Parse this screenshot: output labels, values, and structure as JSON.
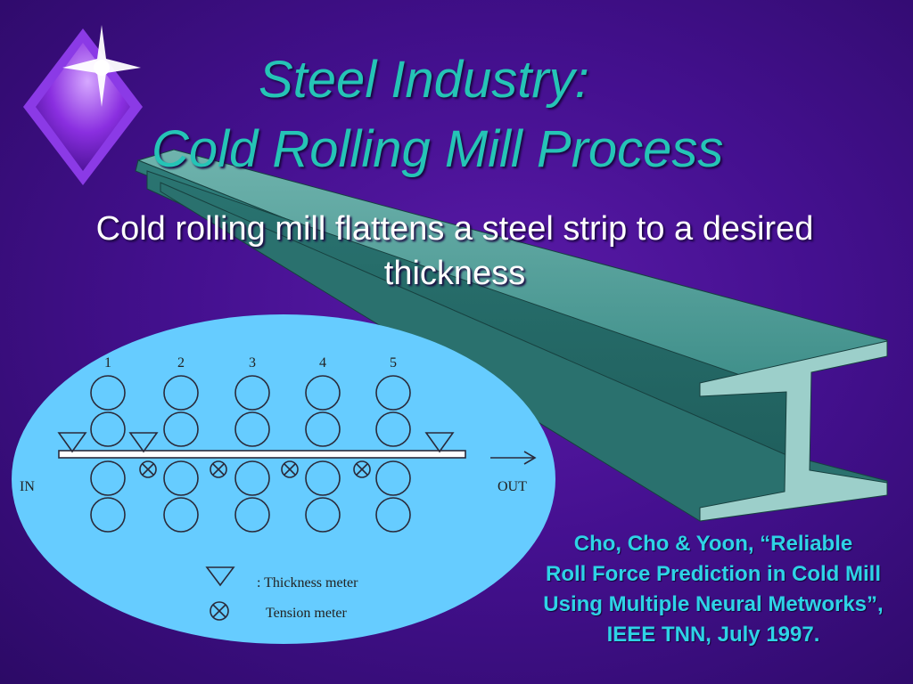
{
  "slide": {
    "title_line1": "Steel Industry:",
    "title_line2": "Cold Rolling Mill Process",
    "subtitle": "Cold rolling mill flattens a steel strip to a desired thickness",
    "citation": {
      "line1": "Cho, Cho & Yoon, “Reliable",
      "line2": "Roll Force Prediction in Cold Mill",
      "line3": "Using Multiple Neural Metworks”,",
      "line4": "IEEE TNN, July 1997."
    }
  },
  "diagram": {
    "stands": [
      "1",
      "2",
      "3",
      "4",
      "5"
    ],
    "in_label": "IN",
    "out_label": "OUT",
    "legend": {
      "thickness": ": Thickness meter",
      "tension": "Tension meter"
    }
  },
  "colors": {
    "title": "#25c4b6",
    "citation": "#2ed3e6",
    "diagram_bg": "#66ccff",
    "beam": "#2f7f7c"
  }
}
